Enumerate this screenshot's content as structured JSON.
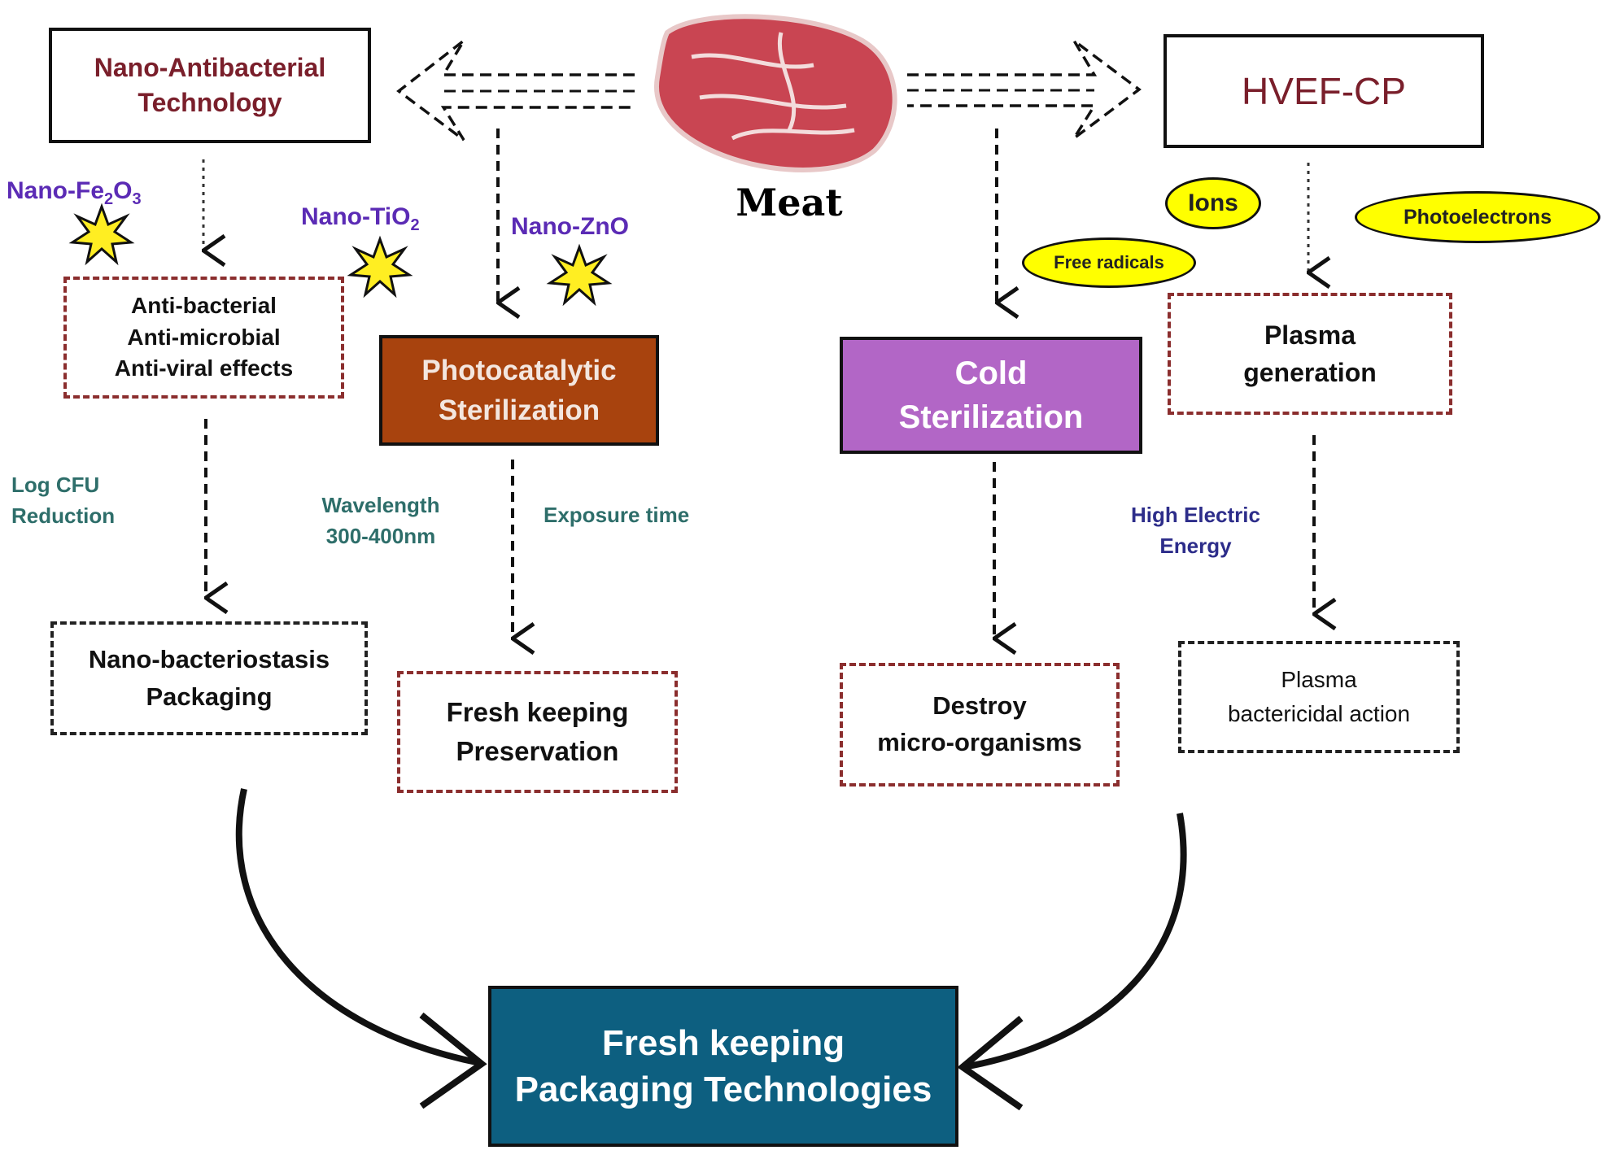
{
  "colors": {
    "title_red": "#7a1f2b",
    "nano_purple": "#5b2bb5",
    "param_teal": "#2e6e6a",
    "param_navy": "#2d2d8a",
    "photocat_fill": "#a8430e",
    "cold_fill": "#b266c6",
    "final_fill": "#0d5f80",
    "oval_fill": "#ffff00",
    "meat_red": "#c94552"
  },
  "meat": {
    "label": "Meat"
  },
  "nano_antibacterial": {
    "line1": "Nano-Antibacterial",
    "line2": "Technology"
  },
  "hvef": {
    "label": "HVEF-CP"
  },
  "nanoparticles": {
    "fe2o3": {
      "base": "Nano-Fe",
      "sub1": "2",
      "mid": "O",
      "sub2": "3"
    },
    "tio2": {
      "base": "Nano-TiO",
      "sub": "2"
    },
    "zno": {
      "label": "Nano-ZnO"
    }
  },
  "effects": {
    "line1": "Anti-bacterial",
    "line2": "Anti-microbial",
    "line3": "Anti-viral effects"
  },
  "photocatalytic": {
    "line1": "Photocatalytic",
    "line2": "Sterilization"
  },
  "cold": {
    "line1": "Cold",
    "line2": "Sterilization"
  },
  "plasma_generation": {
    "line1": "Plasma",
    "line2": "generation"
  },
  "species": {
    "ions": "Ions",
    "photoelectrons": "Photoelectrons",
    "free_radicals": "Free radicals"
  },
  "params": {
    "log_cfu": {
      "line1": "Log CFU",
      "line2": "Reduction"
    },
    "wavelength": {
      "line1": "Wavelength",
      "line2": "300-400nm"
    },
    "exposure": {
      "label": "Exposure time"
    },
    "high_electric": {
      "line1": "High Electric",
      "line2": "Energy"
    }
  },
  "outcomes": {
    "nano_packaging": {
      "line1": "Nano-bacteriostasis",
      "line2": "Packaging"
    },
    "fresh_preservation": {
      "line1": "Fresh keeping",
      "line2": "Preservation"
    },
    "destroy": {
      "line1": "Destroy",
      "line2": "micro-organisms"
    },
    "plasma_action": {
      "line1": "Plasma",
      "line2": "bactericidal action"
    }
  },
  "final": {
    "line1": "Fresh keeping",
    "line2": "Packaging Technologies"
  }
}
